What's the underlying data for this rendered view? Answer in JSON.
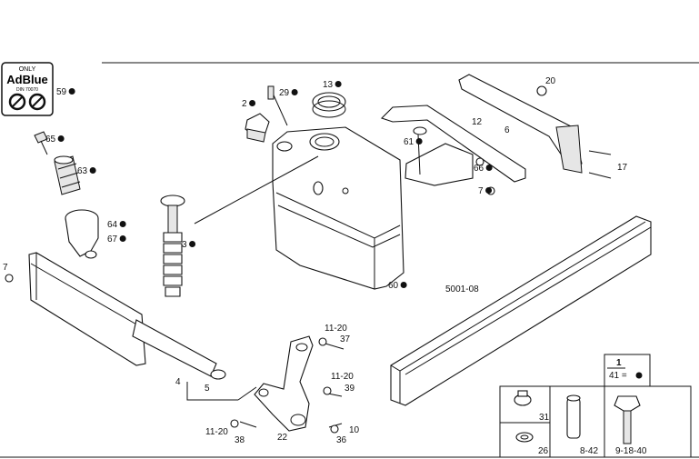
{
  "diagram_id": "5001-08",
  "adblue_sign": {
    "top": "ONLY",
    "brand": "AdBlue",
    "sub": "DIN 70070"
  },
  "callouts": [
    {
      "id": "c59",
      "label": "59",
      "dot": true
    },
    {
      "id": "c2",
      "label": "2",
      "dot": true
    },
    {
      "id": "c29",
      "label": "29",
      "dot": true
    },
    {
      "id": "c13",
      "label": "13",
      "dot": true
    },
    {
      "id": "c20",
      "label": "20",
      "dot": false
    },
    {
      "id": "c12",
      "label": "12",
      "dot": false
    },
    {
      "id": "c6",
      "label": "6",
      "dot": false
    },
    {
      "id": "c65",
      "label": "65",
      "dot": true
    },
    {
      "id": "c61",
      "label": "61",
      "dot": true
    },
    {
      "id": "c63",
      "label": "63",
      "dot": true
    },
    {
      "id": "c66",
      "label": "66",
      "dot": true
    },
    {
      "id": "c17",
      "label": "17",
      "dot": false
    },
    {
      "id": "c7a",
      "label": "7",
      "dot": true
    },
    {
      "id": "c64",
      "label": "64",
      "dot": true
    },
    {
      "id": "c67",
      "label": "67",
      "dot": true
    },
    {
      "id": "c3",
      "label": "3",
      "dot": true
    },
    {
      "id": "c7b",
      "label": "7",
      "dot": false
    },
    {
      "id": "c60",
      "label": "60",
      "dot": true
    },
    {
      "id": "c11-20a",
      "label": "11-20",
      "dot": false
    },
    {
      "id": "c37",
      "label": "37",
      "dot": false
    },
    {
      "id": "c4",
      "label": "4",
      "dot": false
    },
    {
      "id": "c5",
      "label": "5",
      "dot": false
    },
    {
      "id": "c11-20b",
      "label": "11-20",
      "dot": false
    },
    {
      "id": "c39",
      "label": "39",
      "dot": false
    },
    {
      "id": "c11-20c",
      "label": "11-20",
      "dot": false
    },
    {
      "id": "c10",
      "label": "10",
      "dot": false
    },
    {
      "id": "c38",
      "label": "38",
      "dot": false
    },
    {
      "id": "c22",
      "label": "22",
      "dot": false
    },
    {
      "id": "c36",
      "label": "36",
      "dot": false
    }
  ],
  "legend": {
    "top": "1",
    "eq": "41 =",
    "cells": [
      "31",
      "26",
      "8-42",
      "9-18-40"
    ]
  }
}
